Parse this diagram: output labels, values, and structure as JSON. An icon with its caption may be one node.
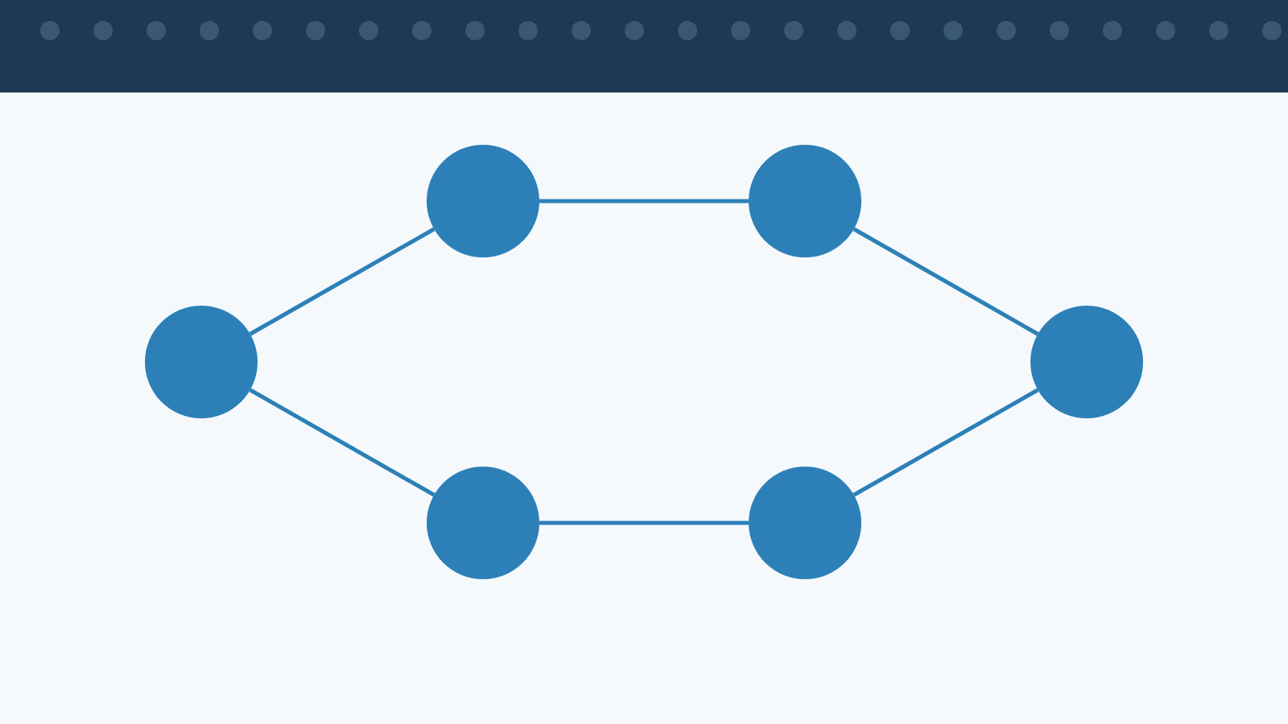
{
  "diagram": {
    "nodes": [
      {
        "text": [],
        "shape": "circle"
      },
      {
        "text": [],
        "shape": "circle"
      },
      {
        "text": [],
        "shape": "circle"
      },
      {
        "text": [],
        "shape": "circle"
      },
      {
        "text": [],
        "shape": "circle"
      },
      {
        "text": [],
        "shape": "circle"
      }
    ],
    "edges": [
      {
        "from": 2,
        "to": 0,
        "arrow": "none"
      },
      {
        "from": 0,
        "to": 1,
        "arrow": "none"
      },
      {
        "from": 1,
        "to": 3,
        "arrow": "none"
      },
      {
        "from": 2,
        "to": 4,
        "arrow": "none"
      },
      {
        "from": 4,
        "to": 5,
        "arrow": "none"
      },
      {
        "from": 5,
        "to": 3,
        "arrow": "none"
      }
    ]
  }
}
